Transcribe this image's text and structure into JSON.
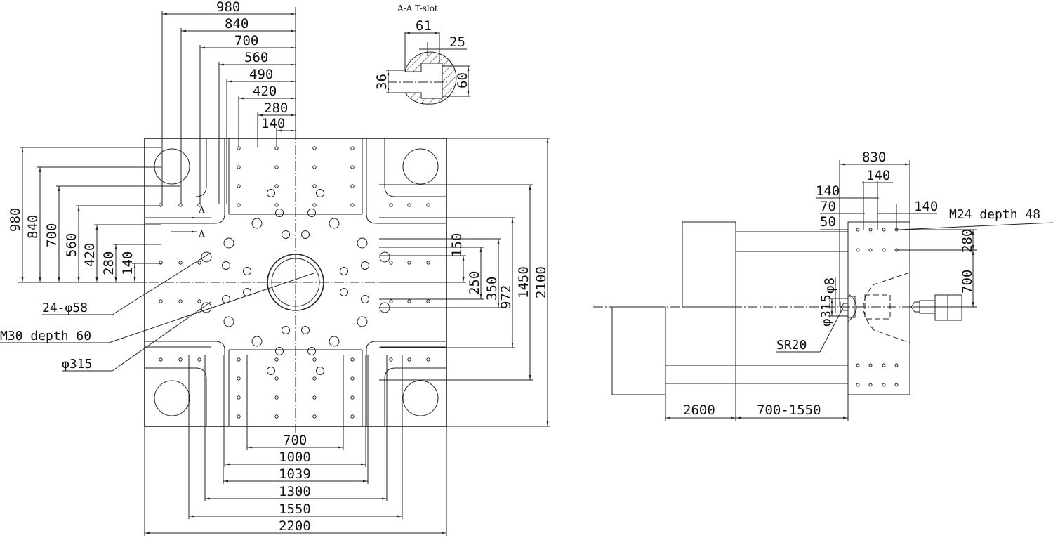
{
  "title": "Mold platen dimensions drawing",
  "section": {
    "title": "A-A  T-slot",
    "width_top": "61",
    "offset": "25",
    "height_outer": "60",
    "height_inner": "36"
  },
  "section_marker": "A",
  "front_view": {
    "top_dims": [
      "980",
      "840",
      "700",
      "560",
      "490",
      "420",
      "280",
      "140"
    ],
    "left_dims": [
      "980",
      "840",
      "700",
      "560",
      "420",
      "280",
      "140"
    ],
    "right_dims": [
      "150",
      "250",
      "350",
      "972",
      "1450",
      "2100"
    ],
    "bottom_dims": [
      "700",
      "1000",
      "1039",
      "1300",
      "1550",
      "2200"
    ],
    "callouts": [
      "24-φ58",
      "M30 depth 60",
      "φ315"
    ]
  },
  "side_view": {
    "top_dims": [
      "830",
      "140",
      "140",
      "70",
      "50",
      "140"
    ],
    "thread_note": "M24 depth 48",
    "vert_dims": [
      "280",
      "700"
    ],
    "nozzle_dims": [
      "φ315",
      "φ8"
    ],
    "sphere_radius": "SR20",
    "bottom_dims": [
      "2600",
      "700-1550"
    ]
  }
}
